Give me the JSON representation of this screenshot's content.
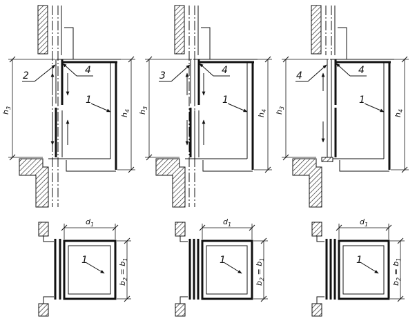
{
  "labels": {
    "panel_1": {
      "left": "2",
      "right": "4",
      "main": "1",
      "bottom_main": "1"
    },
    "panel_2": {
      "left": "3",
      "right": "4",
      "main": "1",
      "bottom_main": "1"
    },
    "panel_3": {
      "left": "4",
      "right": "4",
      "main": "1",
      "bottom_main": "1"
    }
  },
  "dimensions": {
    "h3": {
      "base": "h",
      "sub": "3"
    },
    "h4": {
      "base": "h",
      "sub": "4"
    },
    "d1": {
      "base": "d",
      "sub": "1"
    },
    "b": {
      "b2": "b",
      "b2_sub": "2",
      "eq": " = ",
      "b1": "b",
      "b1_sub": "1"
    }
  },
  "colors": {
    "line": "#111111",
    "hatch": "#111111",
    "bg": "#ffffff"
  }
}
